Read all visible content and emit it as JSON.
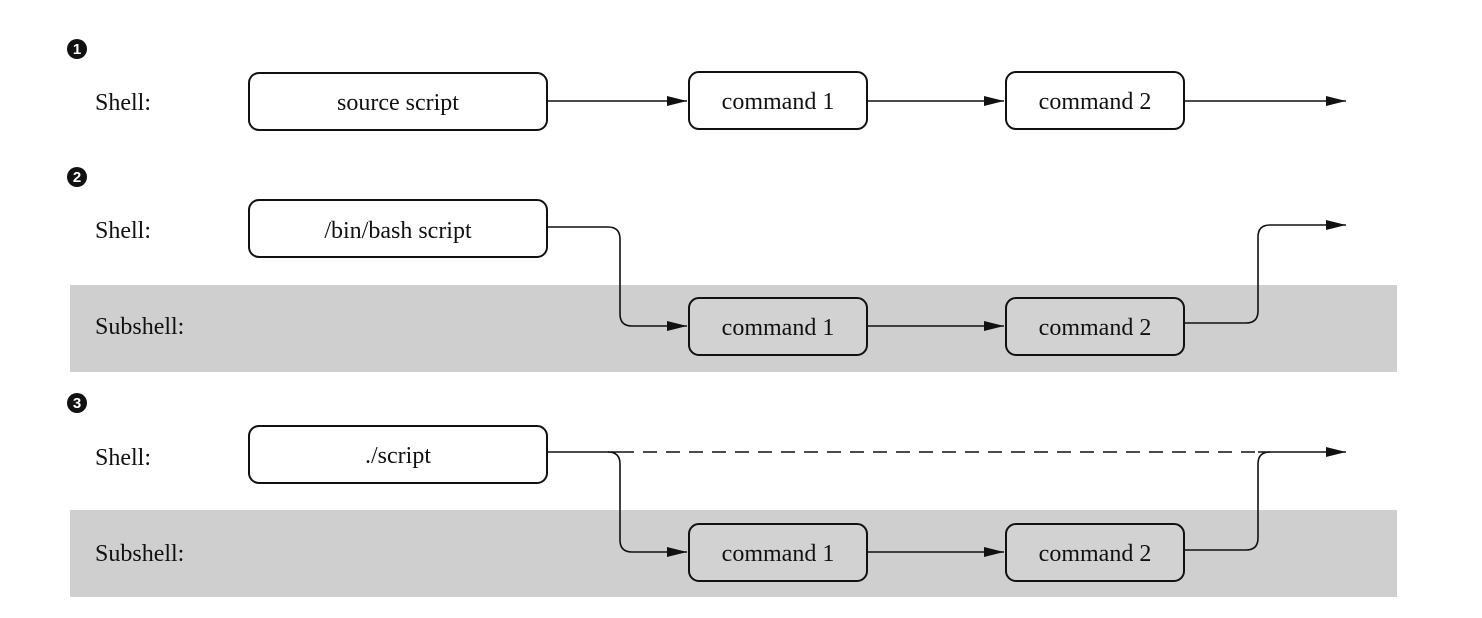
{
  "colors": {
    "box_fill_shell": "#ffffff",
    "box_fill_subshell": "#d2d2d2",
    "band": "#cfcfcf",
    "stroke": "#111111"
  },
  "scenarios": [
    {
      "number": "1",
      "shell_label": "Shell:",
      "start_box": "source script",
      "commands": [
        "command 1",
        "command 2"
      ]
    },
    {
      "number": "2",
      "shell_label": "Shell:",
      "subshell_label": "Subshell:",
      "start_box": "/bin/bash script",
      "commands": [
        "command 1",
        "command 2"
      ]
    },
    {
      "number": "3",
      "shell_label": "Shell:",
      "subshell_label": "Subshell:",
      "start_box": "./script",
      "commands": [
        "command 1",
        "command 2"
      ]
    }
  ]
}
